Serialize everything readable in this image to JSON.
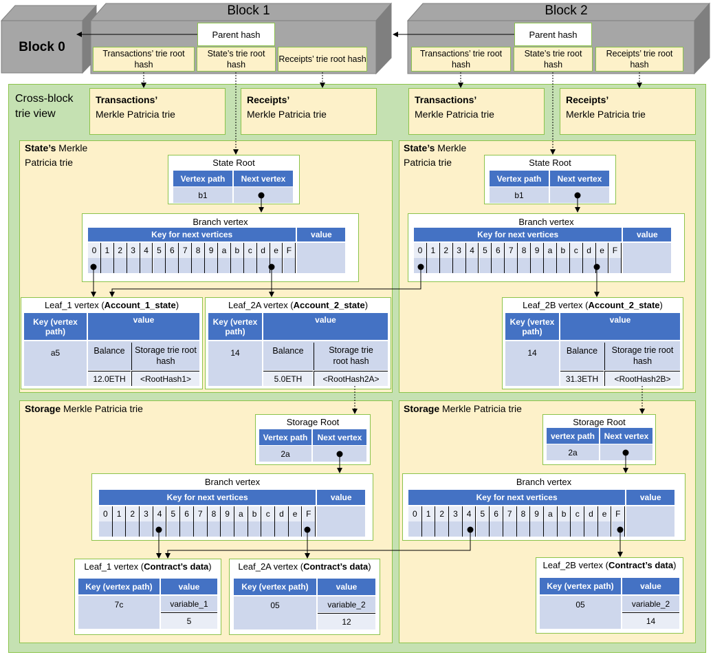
{
  "blocks": {
    "block0": "Block 0",
    "block1": "Block 1",
    "block2": "Block 2",
    "parent_hash": "Parent hash",
    "tx_root": "Transactions’ trie root hash",
    "state_root_hash": "State’s trie root hash",
    "receipts_root": "Receipts’ trie root hash"
  },
  "cross_block": "Cross-block trie view",
  "tries": {
    "tx_bold": "Transactions’",
    "receipts_bold": "Receipts’",
    "mpt": "Merkle Patricia trie",
    "state_bold": "State’s",
    "state_rest1": "Merkle",
    "state_rest2": "Patricia trie",
    "storage_bold": "Storage",
    "storage_rest": "Merkle Patricia trie"
  },
  "state_root": {
    "title": "State Root",
    "col_path": "Vertex path",
    "col_next": "Next vertex",
    "path": "b1"
  },
  "branch": {
    "title": "Branch vertex",
    "key_header": "Key for next vertices",
    "value_header": "value",
    "keys": [
      "0",
      "1",
      "2",
      "3",
      "4",
      "5",
      "6",
      "7",
      "8",
      "9",
      "a",
      "b",
      "c",
      "d",
      "e",
      "F"
    ]
  },
  "leaf_state": {
    "left_leaf1_title": "Leaf_1 vertex (",
    "left_leaf1_bold": "Account_1_state",
    "left_leaf2_title": "Leaf_2A vertex (",
    "left_leaf2_bold": "Account_2_state",
    "right_leaf_title": "Leaf_2B vertex (",
    "right_leaf_bold": "Account_2_state",
    "close": ")",
    "key_header": "Key (vertex path)",
    "value_header": "value",
    "balance": "Balance",
    "storage_root": "Storage trie root hash",
    "leaf1_key": "a5",
    "leaf1_balance": "12.0ETH",
    "leaf1_hash": "<RootHash1>",
    "leaf2a_key": "14",
    "leaf2a_balance": "5.0ETH",
    "leaf2a_hash": "<RootHash2A>",
    "leaf2b_key": "14",
    "leaf2b_balance": "31.3ETH",
    "leaf2b_hash": "<RootHash2B>"
  },
  "storage_root": {
    "title": "Storage Root",
    "col_path_left": "Vertex path",
    "col_path_right": "vertex path",
    "col_next": "Next vertex",
    "path": "2a"
  },
  "leaf_storage": {
    "leaf1_title": "Leaf_1 vertex (",
    "leaf2a_title": "Leaf_2A vertex (",
    "leaf2b_title": "Leaf_2B vertex (",
    "bold": "Contract’s data",
    "close": ")",
    "key_header": "Key (vertex path)",
    "value_header": "value",
    "leaf1_key": "7c",
    "leaf1_var": "variable_1",
    "leaf1_val": "5",
    "leaf2a_key": "05",
    "leaf2a_var": "variable_2",
    "leaf2a_val": "12",
    "leaf2b_key": "05",
    "leaf2b_var": "variable_2",
    "leaf2b_val": "14"
  }
}
